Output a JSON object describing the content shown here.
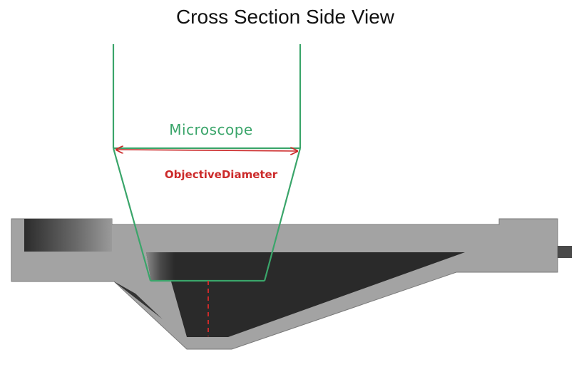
{
  "title": "Cross Section Side View",
  "labels": {
    "microscope": "Microscope",
    "objective_diameter": "ObjectiveDiameter"
  },
  "colors": {
    "microscope_outline": "#3aa56a",
    "microscope_label": "#3aa56a",
    "dimension": "#cc2a2a",
    "plate_body": "#a3a3a3",
    "plate_edge": "#6e6e6e",
    "well_interior": "#2a2a2a",
    "background": "#ffffff"
  }
}
